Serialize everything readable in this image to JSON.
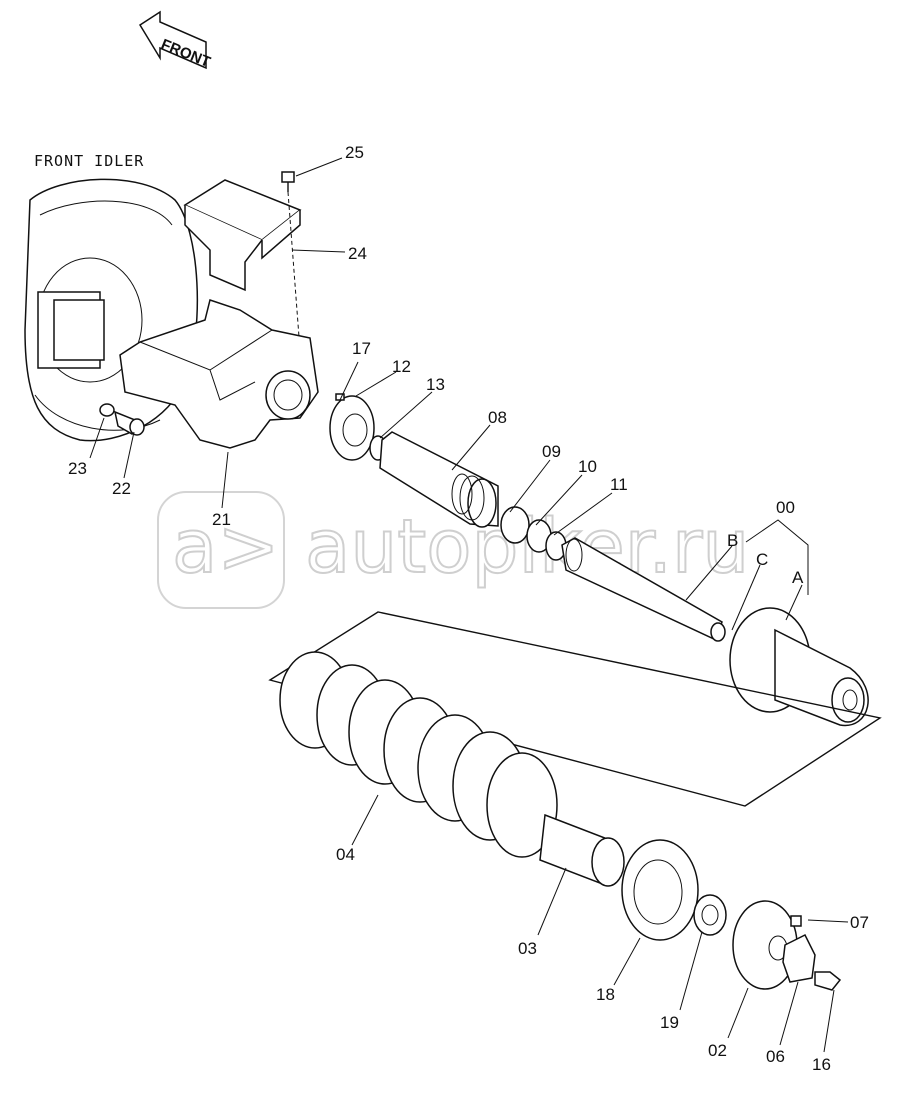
{
  "front_arrow_label": "FRONT",
  "title": "FRONT IDLER",
  "watermark": "autopiker.ru",
  "callouts": {
    "p25": "25",
    "p24": "24",
    "p17": "17",
    "p12": "12",
    "p13": "13",
    "p08": "08",
    "p09": "09",
    "p10": "10",
    "p11": "11",
    "p00": "00",
    "pB": "B",
    "pC": "C",
    "pA": "A",
    "p21": "21",
    "p23": "23",
    "p22": "22",
    "p04": "04",
    "p03": "03",
    "p18": "18",
    "p19": "19",
    "p02": "02",
    "p06": "06",
    "p16": "16",
    "p07": "07"
  }
}
